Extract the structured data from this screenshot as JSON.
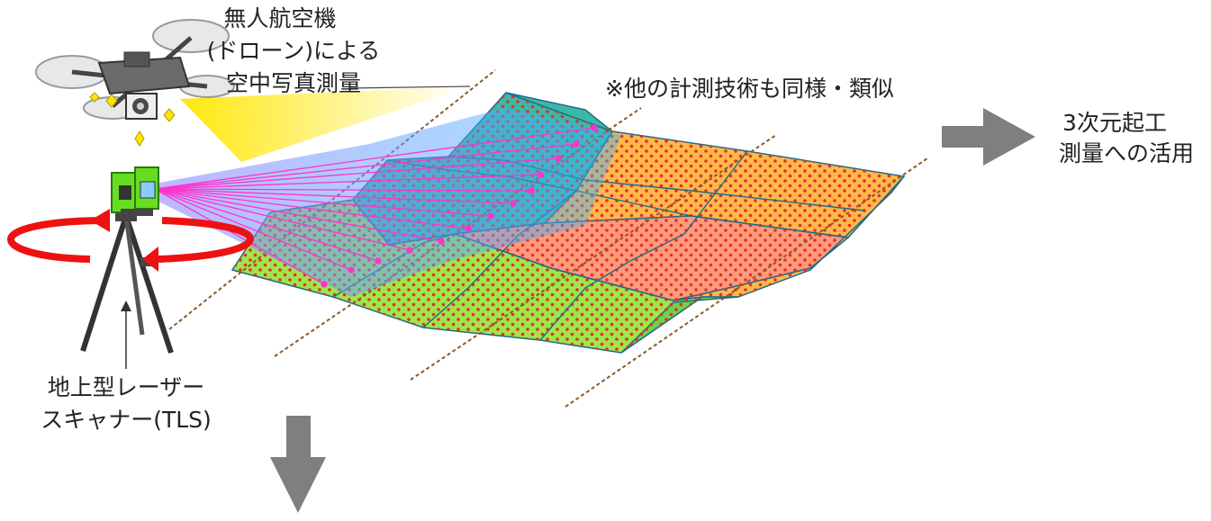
{
  "labels": {
    "drone_line1": "無人航空機",
    "drone_line2": "(ドローン)による",
    "drone_line3": "空中写真測量",
    "note": "※他の計測技術も同様・類似",
    "output_line1": "3次元起工",
    "output_line2": "測量への活用",
    "tls_line1": "地上型レーザー",
    "tls_line2": "スキャナー(TLS)"
  },
  "colors": {
    "terrain_green": "#9ee64a",
    "terrain_teal": "#3cb8a8",
    "terrain_orange": "#ffb84a",
    "terrain_salmon": "#ff9a7a",
    "point_dots": "#e0302a",
    "scan_rays": "#ff33cc",
    "scan_beam": "#3ab0ff",
    "photo_beam": "#ffe600",
    "rotation_arrow": "#ee1111",
    "tls_body": "#66dd22",
    "process_arrow": "#7f7f7f",
    "survey_lines": "#8a5a2a"
  },
  "icons": {
    "drone": "drone-icon",
    "scanner": "laser-scanner-icon",
    "rotation": "rotation-arrow-icon",
    "right_arrow": "right-arrow-icon",
    "down_arrow": "down-arrow-icon"
  }
}
